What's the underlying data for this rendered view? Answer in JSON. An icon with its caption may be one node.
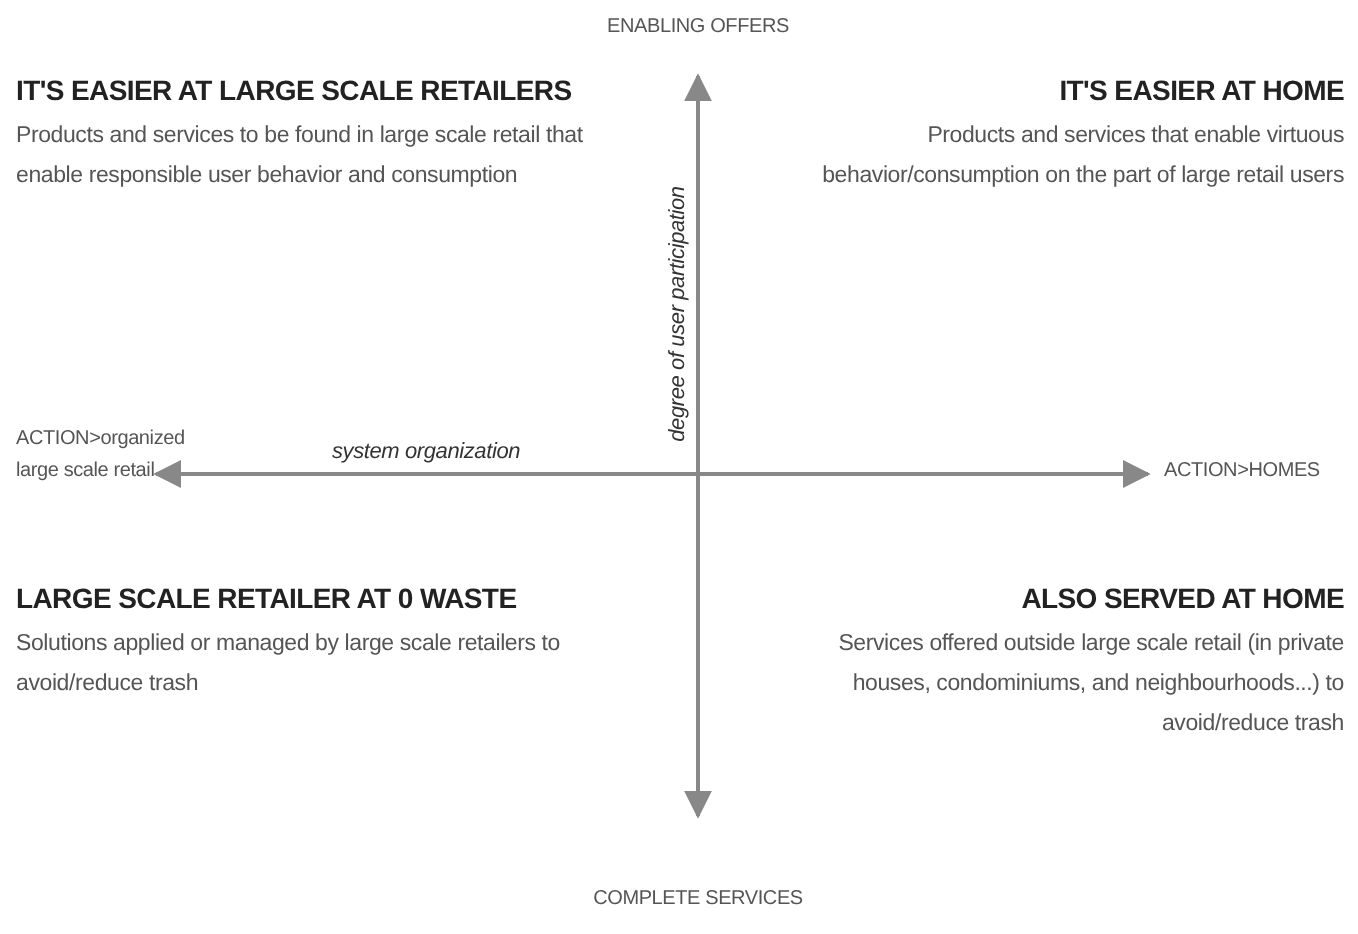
{
  "diagram": {
    "labels": [
      "ENABLING OFFERS",
      "IT'S EASIER AT LARGE SCALE RETAILERS",
      "Products and services to be found in large scale retail that enable responsible user behavior and consumption",
      "IT'S EASIER AT HOME",
      "Products and services that enable virtuous behavior/consumption on the part of large retail users",
      "degree of user participation",
      "ACTION>organized large scale retail",
      "system organization",
      "ACTION>HOMES",
      "LARGE SCALE RETAILER AT 0 WASTE",
      "Solutions applied or managed by large scale retailers to avoid/reduce trash",
      "ALSO SERVED AT HOME",
      "Services offered outside large scale retail (in private houses, condominiums, and neighbourhoods...) to avoid/reduce trash",
      "COMPLETE SERVICES"
    ]
  }
}
